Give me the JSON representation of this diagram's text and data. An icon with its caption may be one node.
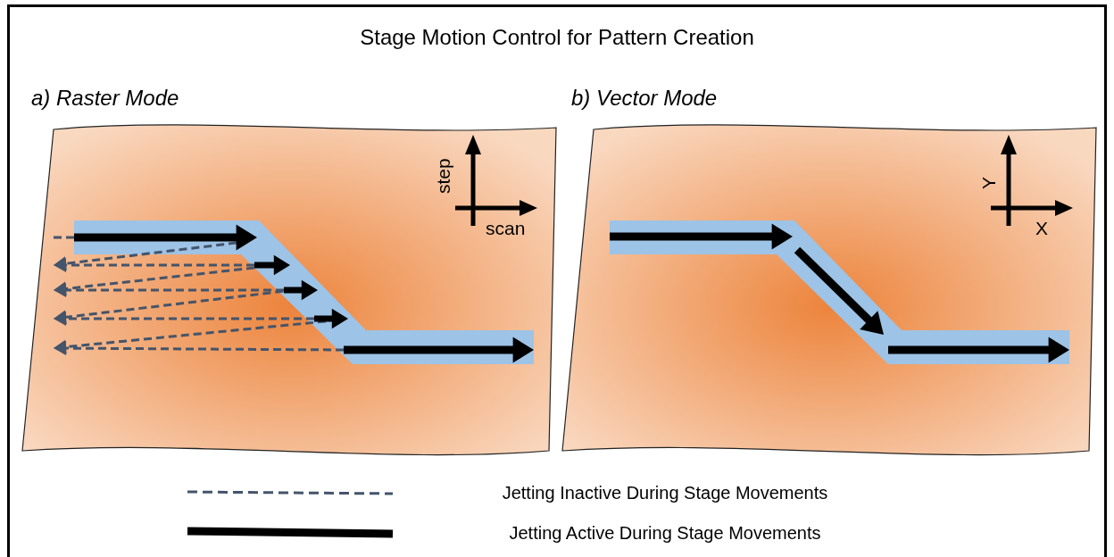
{
  "diagram": {
    "title": "Stage Motion Control for Pattern Creation",
    "nodes": [
      {
        "text": [
          "a) Raster Mode"
        ]
      },
      {
        "text": [
          "b) Vector Mode"
        ]
      }
    ],
    "labels": [
      "step",
      "scan",
      "Y",
      "X"
    ],
    "legend": [
      {
        "text": "Jetting Inactive During Stage Movements"
      },
      {
        "text": "Jetting Active During Stage Movements"
      }
    ]
  }
}
